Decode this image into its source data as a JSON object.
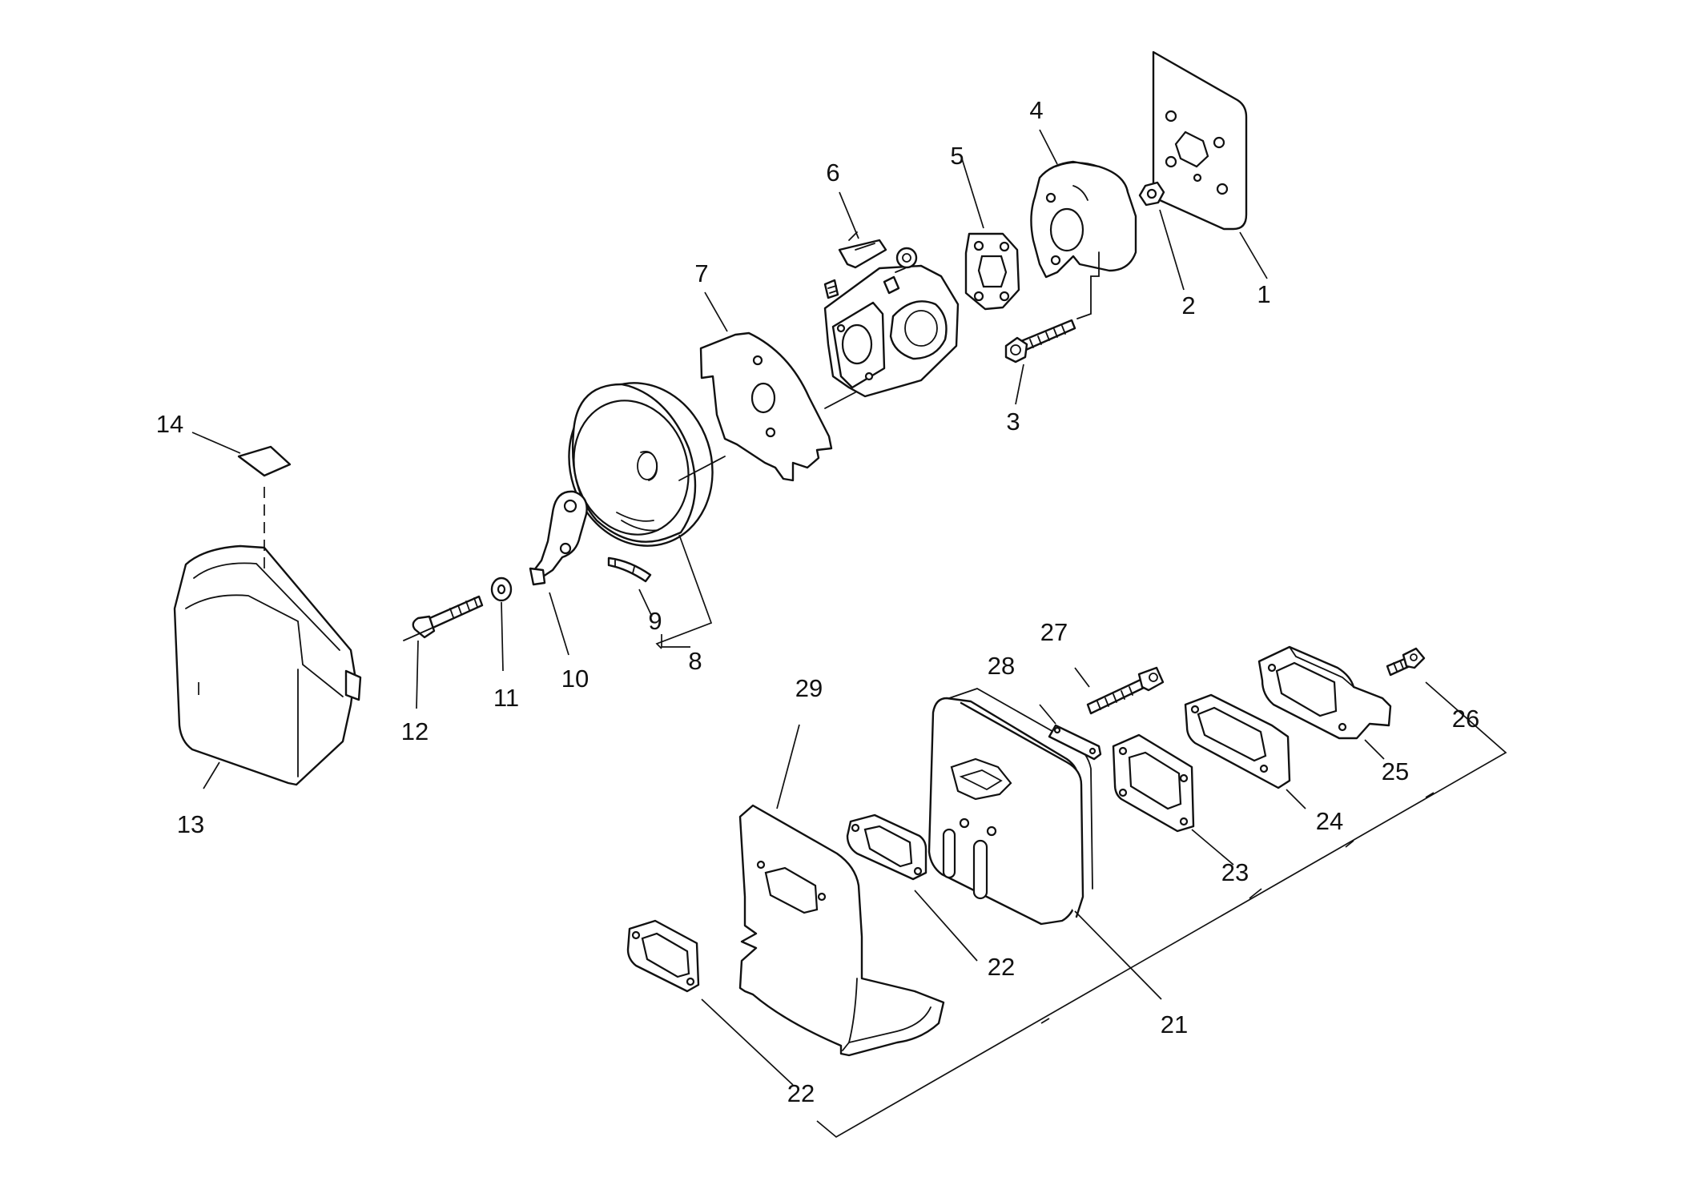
{
  "callouts": {
    "c1": "1",
    "c2": "2",
    "c3": "3",
    "c4": "4",
    "c5": "5",
    "c6": "6",
    "c7": "7",
    "c8": "8",
    "c9": "9",
    "c10": "10",
    "c11": "11",
    "c12": "12",
    "c13": "13",
    "c14": "14",
    "c21": "21",
    "c22a": "22",
    "c22b": "22",
    "c23": "23",
    "c24": "24",
    "c25": "25",
    "c26": "26",
    "c27": "27",
    "c28": "28",
    "c29": "29"
  },
  "colors": {
    "line": "#111111",
    "background": "#ffffff"
  }
}
